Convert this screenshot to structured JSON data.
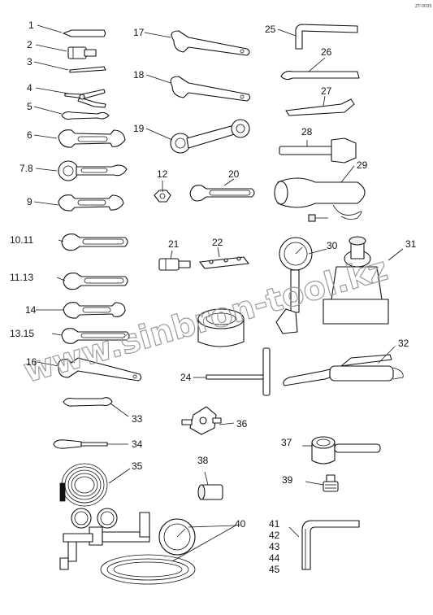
{
  "corner_tag": "ZT-0035",
  "watermark": "www.sinbron-tool.kz",
  "part_labels": [
    "1",
    "2",
    "3",
    "4",
    "5",
    "6",
    "7.8",
    "9",
    "10.11",
    "11.13",
    "14",
    "13.15",
    "16",
    "17",
    "18",
    "19",
    "12",
    "20",
    "21",
    "22",
    "24",
    "25",
    "26",
    "27",
    "28",
    "29",
    "30",
    "31",
    "32",
    "33",
    "34",
    "35",
    "36",
    "37",
    "38",
    "39",
    "40",
    "41",
    "42",
    "43",
    "44",
    "45"
  ]
}
